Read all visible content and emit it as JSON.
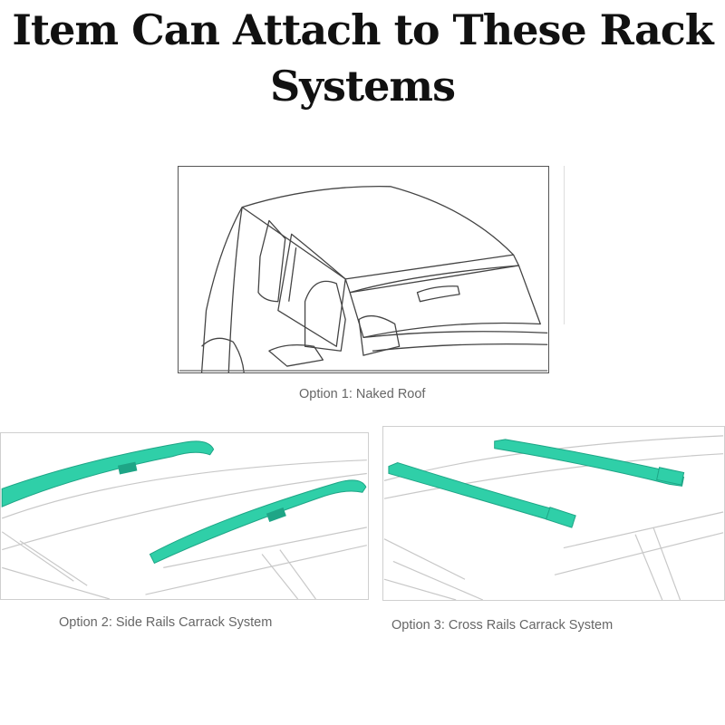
{
  "title": "Item Can Attach to These Rack Systems",
  "options": [
    {
      "caption": "Option 1: Naked Roof"
    },
    {
      "caption": "Option 2: Side Rails Carrack System"
    },
    {
      "caption": "Option 3: Cross Rails Carrack System"
    }
  ],
  "colors": {
    "rail": "#2fcfa8",
    "rail_shade": "#1ea586",
    "line_art": "#444444",
    "light_line": "#c8c8c8"
  }
}
